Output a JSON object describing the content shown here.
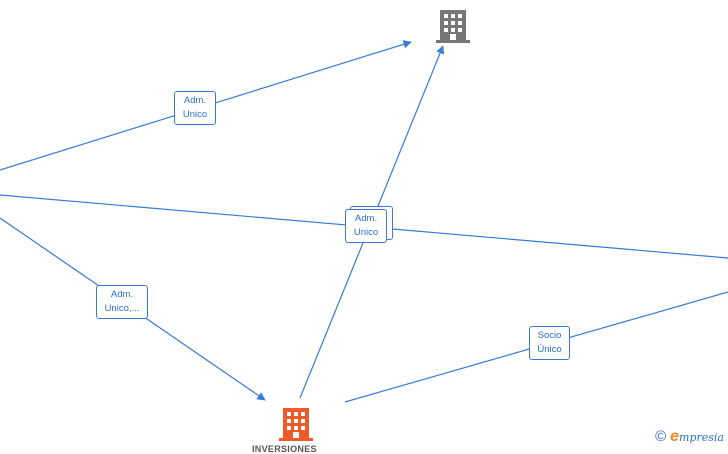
{
  "diagram": {
    "edges": [
      {
        "id": "e1",
        "label_lines": [
          "Adm.",
          "Unico"
        ]
      },
      {
        "id": "e2",
        "label_lines": [
          "Adm.",
          "Unico"
        ]
      },
      {
        "id": "e3",
        "label_lines": [
          "Adm.",
          "Unico,..."
        ]
      },
      {
        "id": "e4",
        "label_lines": [
          "Socio",
          "Único"
        ]
      }
    ],
    "nodes": [
      {
        "id": "company-top",
        "icon": "building-icon",
        "color": "#777777"
      },
      {
        "id": "company-bottom",
        "icon": "building-icon",
        "color": "#f05a28",
        "name": "INVERSIONES"
      }
    ]
  },
  "colors": {
    "edge": "#3a7bd5",
    "label_text": "#2c6fcf"
  },
  "watermark": {
    "copyright": "©",
    "brand_initial": "e",
    "brand_rest": "mpresia"
  }
}
